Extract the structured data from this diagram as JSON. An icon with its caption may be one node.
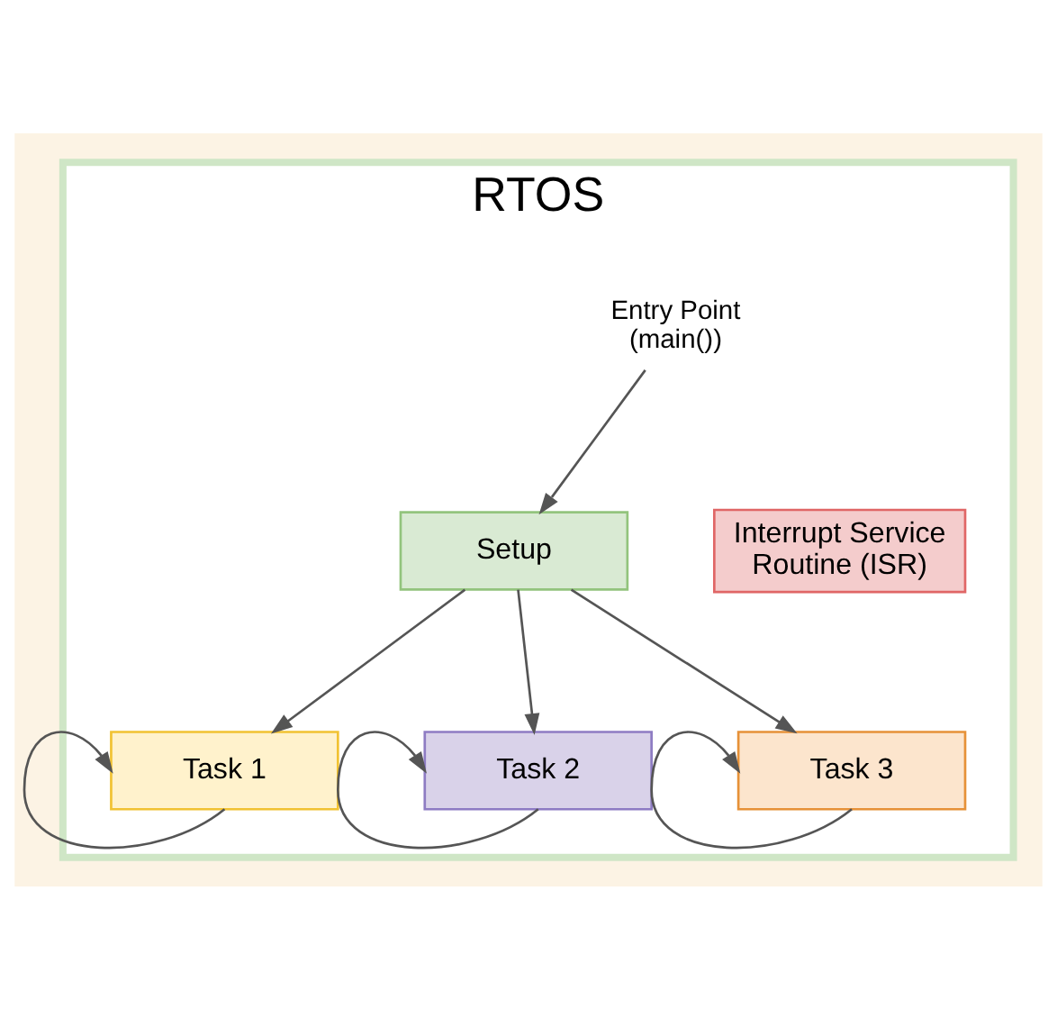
{
  "diagram": {
    "nodes": [
      {
        "text": [
          "RTOS"
        ]
      },
      {
        "text": [
          "Entry Point (main())"
        ],
        "in": 0
      },
      {
        "text": [
          "Setup"
        ],
        "in": 0
      },
      {
        "text": [
          "Interrupt Service Routine (ISR)"
        ],
        "in": 0
      },
      {
        "text": [
          "Task 1"
        ],
        "in": 0
      },
      {
        "text": [
          "Task 2"
        ],
        "in": 0
      },
      {
        "text": [
          "Task 3"
        ],
        "in": 0
      }
    ],
    "edges": [
      {
        "from": 1,
        "to": 2,
        "arrow": "to"
      },
      {
        "from": 2,
        "to": 4,
        "arrow": "to"
      },
      {
        "from": 2,
        "to": 5,
        "arrow": "to"
      },
      {
        "from": 2,
        "to": 6,
        "arrow": "to"
      },
      {
        "from": 4,
        "to": 4,
        "arrow": "to"
      },
      {
        "from": 5,
        "to": 5,
        "arrow": "to"
      },
      {
        "from": 6,
        "to": 6,
        "arrow": "to"
      }
    ]
  }
}
